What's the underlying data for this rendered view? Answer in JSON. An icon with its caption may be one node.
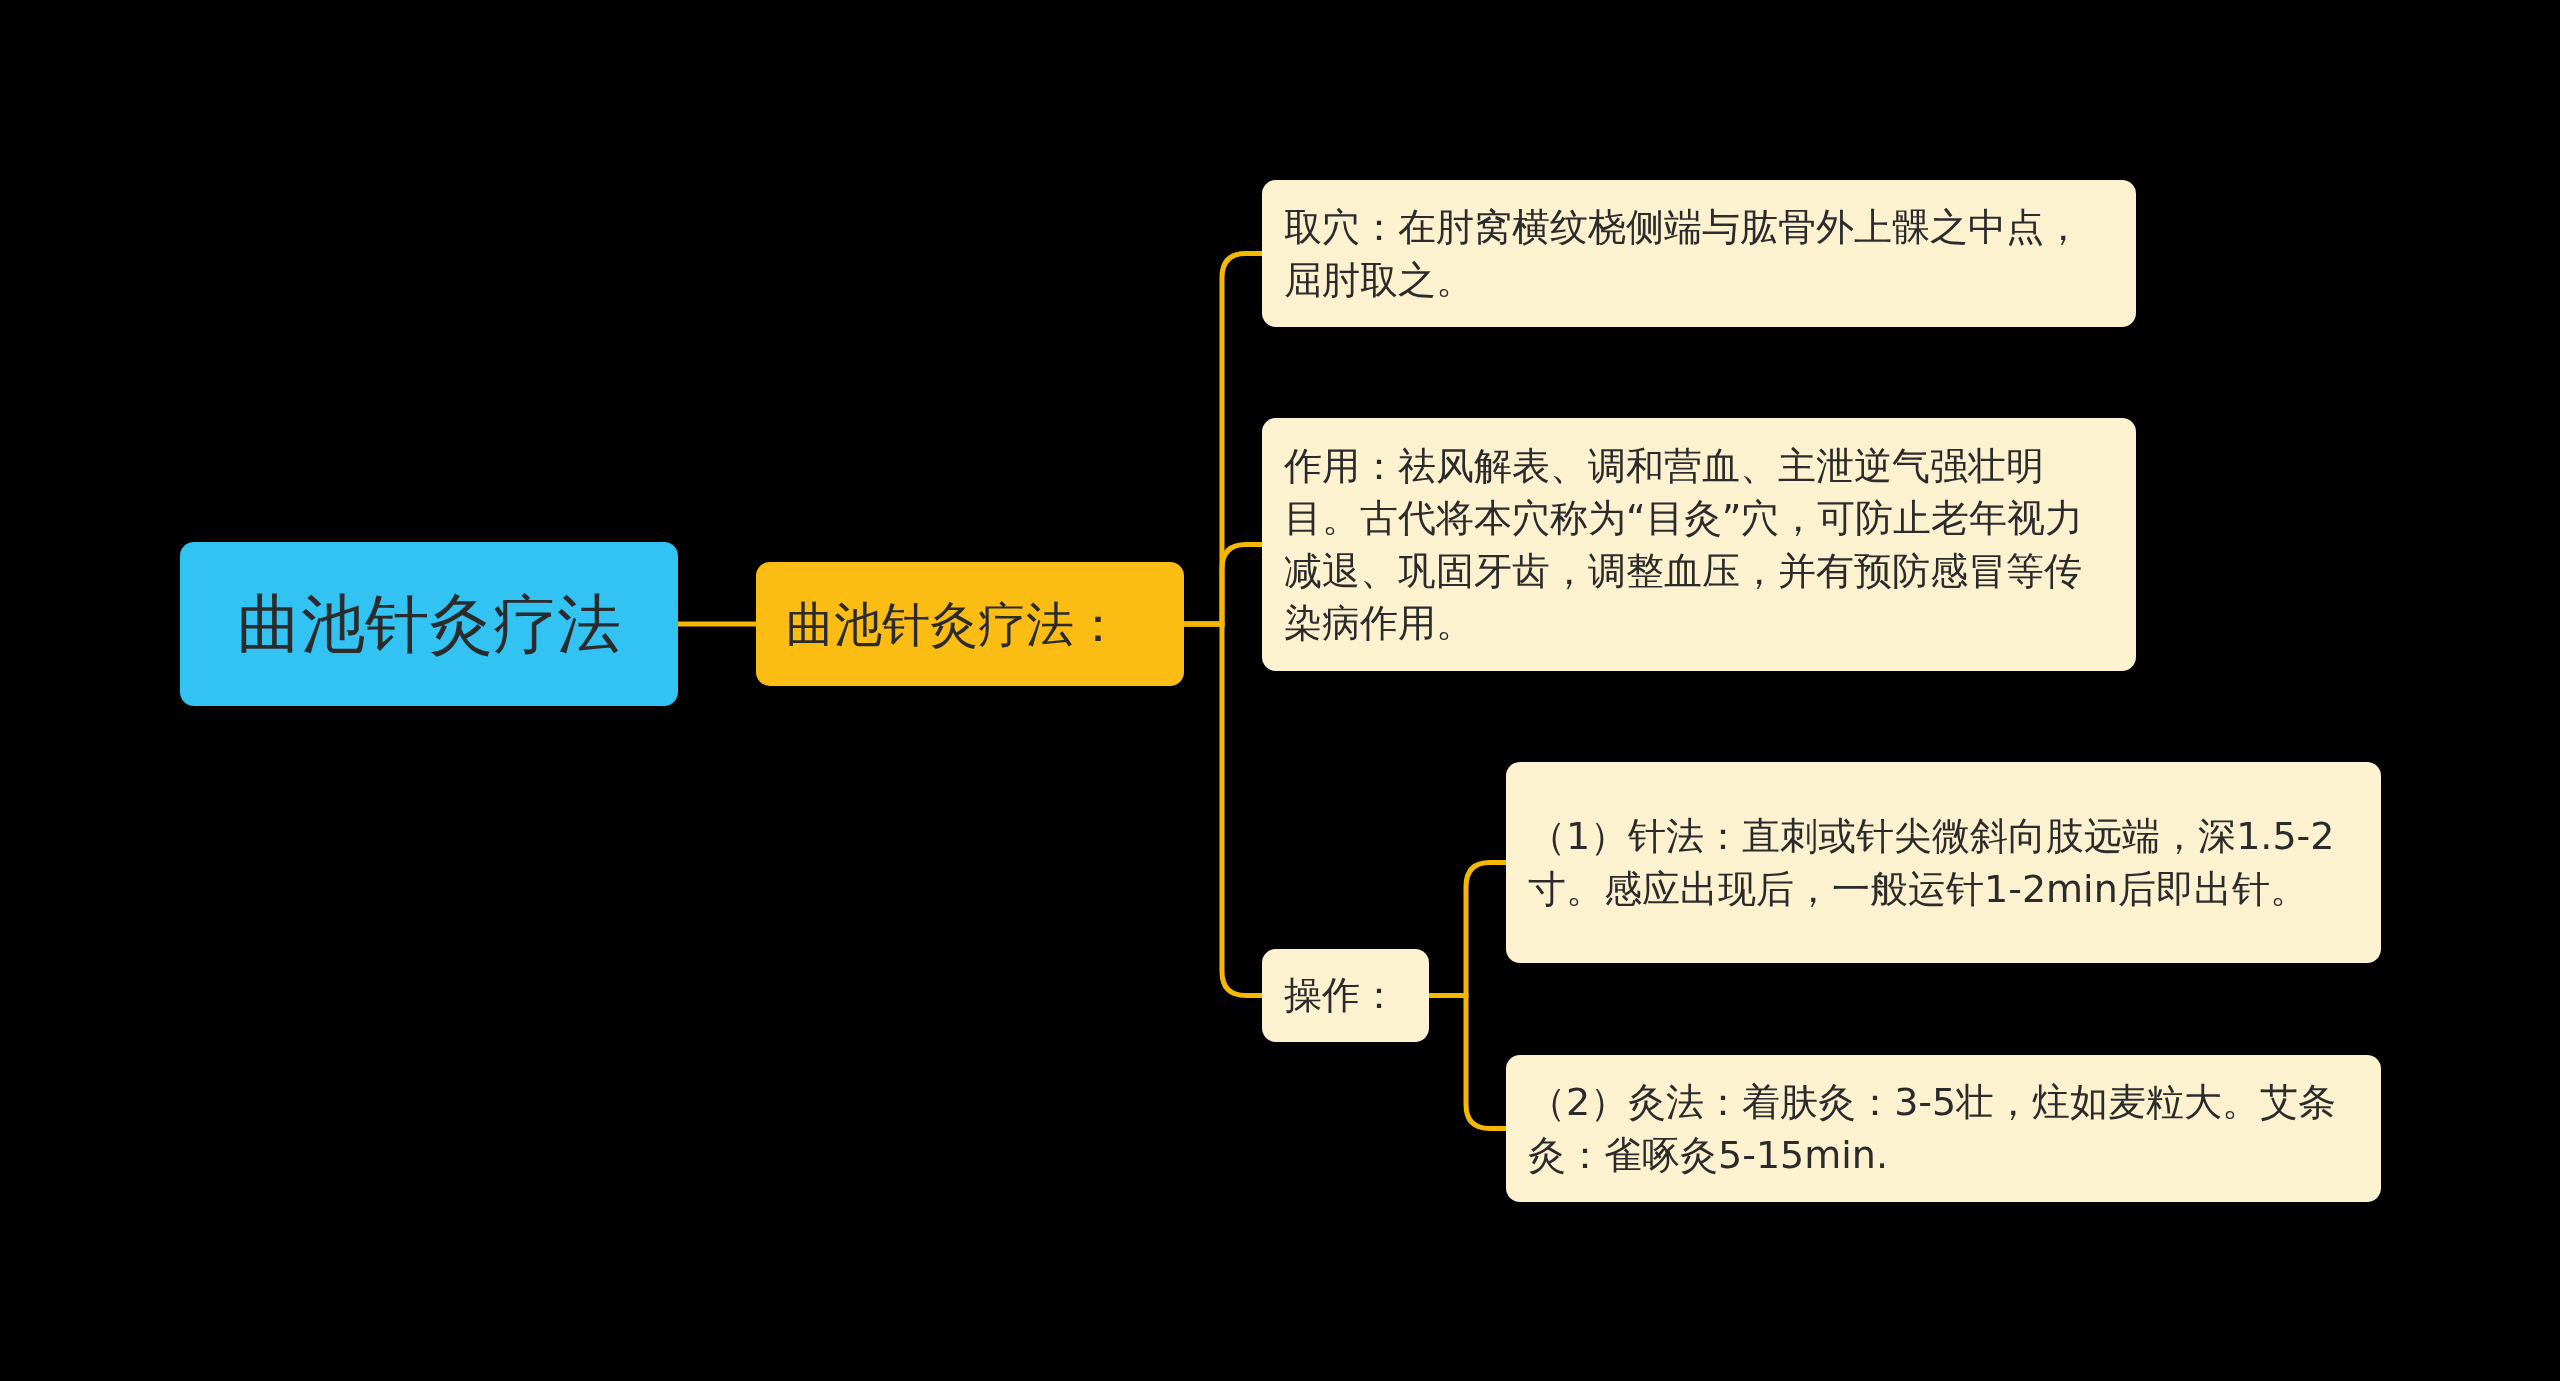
{
  "diagram": {
    "nodes": [
      {
        "text": [
          "曲池针灸疗法"
        ]
      },
      {
        "text": [
          "曲池针灸疗法："
        ]
      },
      {
        "text": [
          "取穴：在肘窝横纹桡侧端与肱骨外上髁之中点，屈肘取之。"
        ]
      },
      {
        "text": [
          "作用：祛风解表、调和营血、主泄逆气强壮明目。古代将本穴称为“目灸”穴，可防止老年视力减退、巩固牙齿，调整血压，并有预防感冒等传染病作用。"
        ]
      },
      {
        "text": [
          "操作："
        ]
      },
      {
        "text": [
          "（1）针法：直刺或针尖微斜向肢远端，深1.5-2寸。感应出现后，一般运针1-2min后即出针。"
        ]
      },
      {
        "text": [
          "（2）灸法：着肤灸：3-5壮，炷如麦粒大。艾条灸：雀啄灸5-15min."
        ]
      }
    ],
    "edges": [
      {
        "from": 0,
        "to": 1,
        "arrow": "none"
      },
      {
        "from": 1,
        "to": 2,
        "arrow": "none"
      },
      {
        "from": 1,
        "to": 3,
        "arrow": "none"
      },
      {
        "from": 1,
        "to": 4,
        "arrow": "none"
      },
      {
        "from": 4,
        "to": 5,
        "arrow": "none"
      },
      {
        "from": 4,
        "to": 6,
        "arrow": "none"
      }
    ]
  }
}
